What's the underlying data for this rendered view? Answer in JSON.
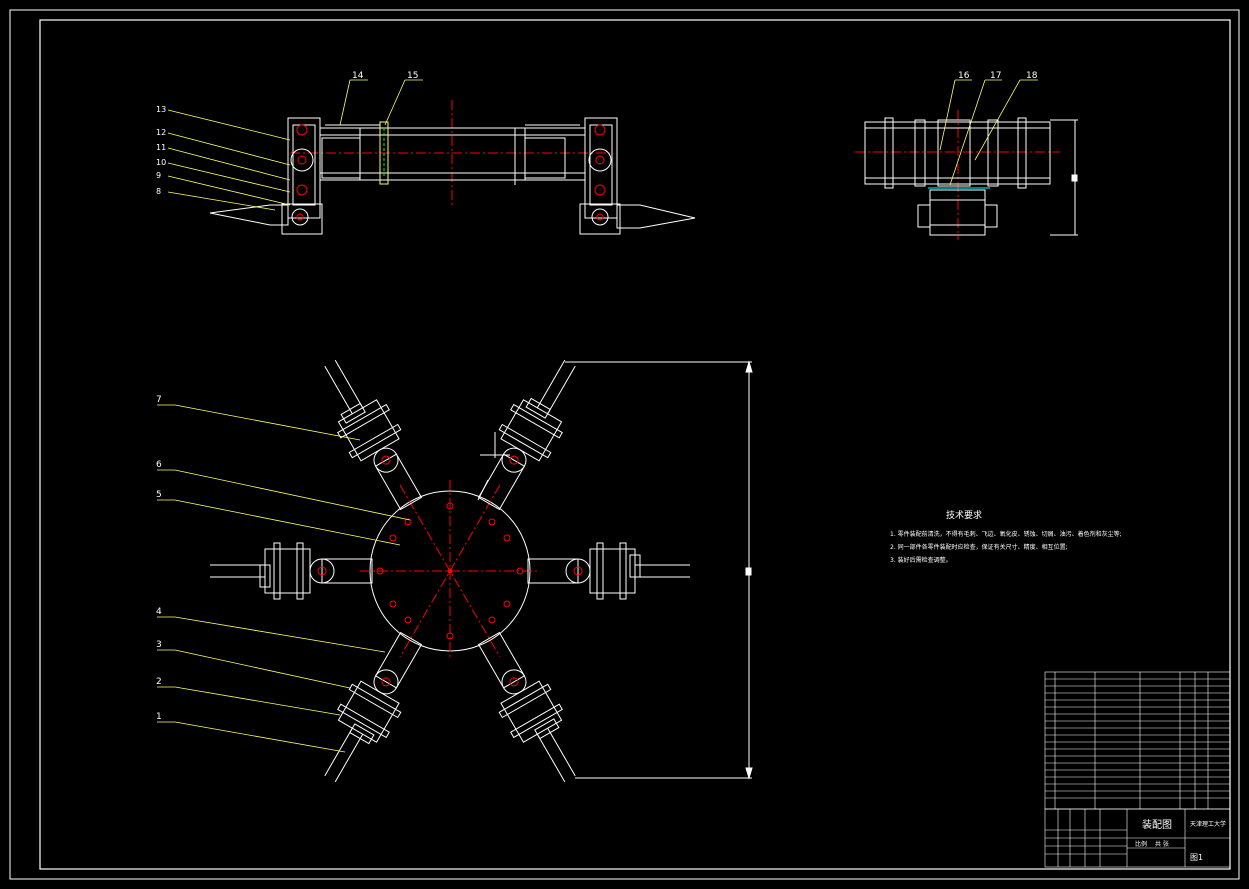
{
  "colors": {
    "background": "#000000",
    "line": "#ffffff",
    "centerline": "#ff0000",
    "leader": "#ffff66",
    "accent_green": "#00ff00",
    "accent_cyan": "#00ffff"
  },
  "top_view_labels": [
    "14",
    "15"
  ],
  "side_view_labels": [
    "16",
    "17",
    "18"
  ],
  "top_left_leader_labels": [
    "13",
    "12",
    "11",
    "10",
    "9",
    "8"
  ],
  "main_leader_labels": [
    "7",
    "6",
    "5",
    "4",
    "3",
    "2",
    "1"
  ],
  "tech_requirements": {
    "title": "技术要求",
    "lines": [
      "1. 零件装配前清洗，不得有毛刺、飞边、氧化皮、锈蚀、切屑、油污、着色剂和灰尘等;",
      "2. 同一部件各零件装配时应检查，保证有关尺寸、精度、相互位置;",
      "3. 装好后需检查调整。"
    ]
  },
  "title_block": {
    "drawing_name": "装配图",
    "university": "天津理工大学",
    "drawing_no": "图1",
    "scale_label": "比例",
    "sheet_label": "共  张"
  }
}
